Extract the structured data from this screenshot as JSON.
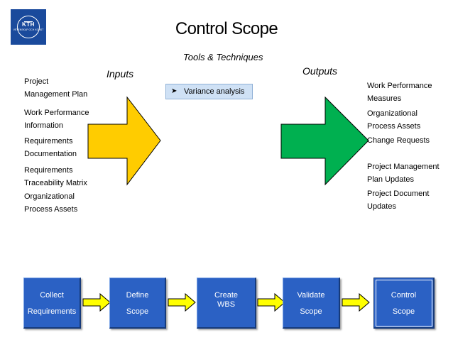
{
  "logo": {
    "text": "KTH",
    "subtext": "VETENSKAP OCH KONST"
  },
  "title": "Control Scope",
  "tools": {
    "heading": "Tools & Techniques",
    "items": [
      "Variance analysis"
    ]
  },
  "inputs": {
    "heading": "Inputs",
    "items": [
      [
        "Project",
        "Management Plan"
      ],
      [
        "Work Performance",
        "Information"
      ],
      [
        "Requirements",
        "Documentation"
      ],
      [
        "Requirements",
        "Traceability Matrix"
      ],
      [
        "Organizational",
        "Process Assets"
      ]
    ]
  },
  "outputs": {
    "heading": "Outputs",
    "items": [
      [
        "Work Performance",
        "Measures"
      ],
      [
        "Organizational",
        "Process Assets"
      ],
      [
        "Change Requests"
      ],
      [
        "Project Management",
        "Plan Updates"
      ],
      [
        "Project Document",
        "Updates"
      ]
    ]
  },
  "colors": {
    "input_arrow": "#ffcc00",
    "output_arrow": "#00b050",
    "step_box": "#2b61c4",
    "flow_arrow": "#ffff00"
  },
  "process_steps": [
    {
      "line1": "Collect",
      "line2": "Requirements"
    },
    {
      "line1": "Define",
      "line2": "Scope"
    },
    {
      "line1": "Create",
      "line2": "WBS"
    },
    {
      "line1": "Validate",
      "line2": "Scope"
    },
    {
      "line1": "Control",
      "line2": "Scope"
    }
  ]
}
